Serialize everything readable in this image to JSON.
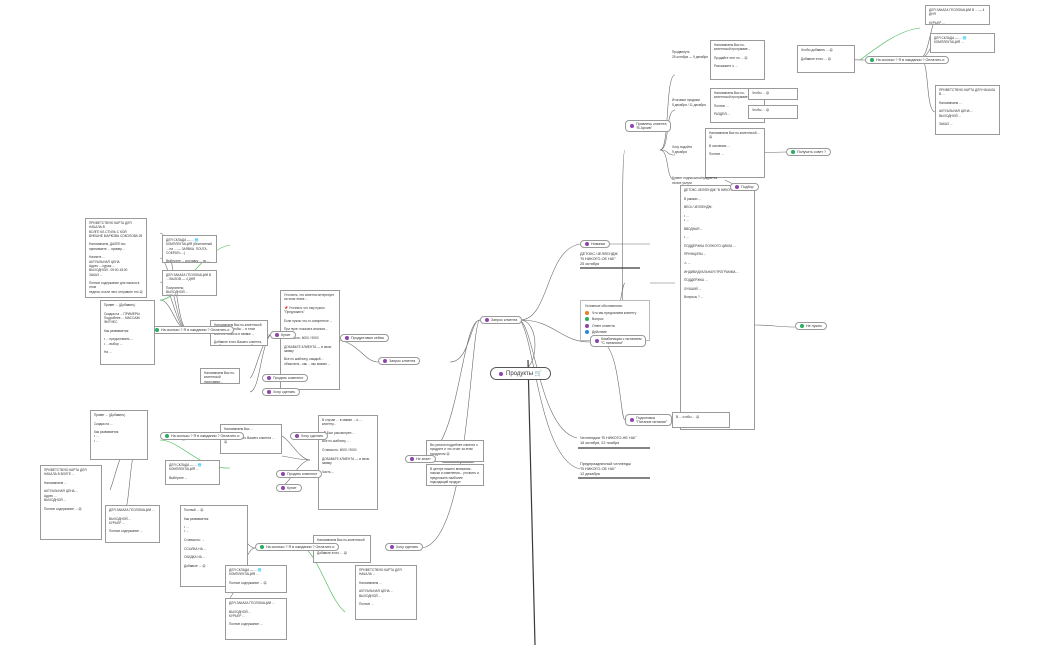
{
  "root": {
    "label": "Продукты  🛒",
    "dot": "#8e44ad"
  },
  "colors": {
    "purple": "#8e44ad",
    "green": "#27ae60",
    "blue": "#2e86de",
    "orange": "#e67e22",
    "link": "#6b6b6b",
    "greenLink": "#3bb54a"
  },
  "legend": {
    "title": "Условные обозначения:",
    "items": [
      {
        "label": "Что мы предлагаем клиенту",
        "color": "#e67e22"
      },
      {
        "label": "Вопрос",
        "color": "#27ae60"
      },
      {
        "label": "Ответ клиента",
        "color": "#8e44ad"
      },
      {
        "label": "Действие",
        "color": "#2e86de"
      }
    ]
  },
  "left": {
    "client_need": {
      "label": "Запрос клиента",
      "dot": "#8e44ad"
    },
    "want_buy": {
      "label": "Хочу купить",
      "dot": "#8e44ad"
    },
    "want_buy_texts": [
      "Вы узнали подробнее клиента о продукте и что стоит за этим продуктом 😊",
      "В центре нашего внимания - поиски и изменения... уточнить и предложить наиболее подходящий продукт"
    ],
    "kh_branch": {
      "label": "Продуктовые кейсы",
      "dot": "#8e44ad"
    },
    "kh_text": "Уточнить, что клиента интересует на этом этапе ...\n\n📌 Уточнить что ему нужно. \"Предложить\"\n\nЕсли нужно что-то конкретное ...\n\nПри нуле: показать аналоги...\n\nСтоимость: 6000 / 9000\n\nДОБАВЬТЕ КЛИЕНТА — в свою заявку\n\nВсе по шаблону, каждый ...\nобъяснить - как ... мы можем ...",
    "kh_buy": {
      "label": "Купит",
      "dot": "#8e44ad"
    },
    "kh_buy_sub": {
      "label": "Продать комплект",
      "dot": "#8e44ad"
    },
    "kh_buy_sub2": {
      "label": "Хочу сделать",
      "dot": "#8e44ad"
    },
    "kh_q": {
      "label": "На сколько ? Я в ожидании ? Оплатить и",
      "dot": "#27ae60"
    },
    "kh_q_text": "Напоминаем Вас по-клиентской программе, чтобы ... в этом клиенте помочь в заявке ...\n\nДобавьте этого Вашего клиента, чтобы это сделать подробнее бесплатно 😊",
    "top_card": "ПРИВЕТСТВУЮ КАРТА ДЛЯ НАЧАЛА В\nВОЛГЕ КЛ-СТИЛЬ С КОЙ\nВНЕШНЕ МАРКОВА СОКОЛОВА 28\n\nНапоминаем, ДАЛЕЕ вы принимаете ... пример...\n\nНачните ...\nАКТУАЛЬНАЯ ЦЕНА\nАдрес ... кураж ...\nВЫХОДНОЙ - 09:00-18:00\nЗАКАЗ ...\n\nПолное содержание для начала в этом\nнедели, после чего отправьте это 😊",
    "top_card2": "ДЛЯ СКЛАДА — ... 🌐\nКОМПЛЕКТАЦИЯ (бесплатный ... на ... — ЗАЯВКА. ПОЧТА. СОБРАТЬ ...)\n\nВыберите ... доставку ... по ...",
    "top_card3": "ДЛЯ ЗАКАЗА ГЕОЛОКАЦИИ В ... ВЫЗОВ — 4 ДНЯ\n\nПокупатель:\nВЫХОДНОЙ ...\nКУРЬЕР ...\nАДРЕС ДОСТАВКИ ...\n\nПолное содержание ... прислать в этом ...",
    "top_left_card": "Привет ... (Добавить)\n\nСкидка на ... ПРИМЕРЫ\nПодробнее ... МАССАЖ/ФИТНЕС\n\nКак развивается:\n\n• ... предоставить ...\n• ... выбор ...\n\nНа ... ",
    "top_q": {
      "label": "На сколько ? Я в ожидании ? Оплатить и",
      "dot": "#27ae60"
    },
    "top_q_text": "Напоминаем Вас по-клиентской программе...\n\nДобавьте этого ... 😊",
    "top_prod": {
      "label": "Купит",
      "dot": "#8e44ad"
    },
    "top_prod2": {
      "label": "Продать комплект",
      "dot": "#8e44ad"
    },
    "top_prod3": {
      "label": "Хочу сделать",
      "dot": "#8e44ad"
    },
    "mid_branch": {
      "label": "Не знает",
      "dot": "#8e44ad"
    },
    "mid_text": "В случае ... в заявке ... и ... клиенту...\n\n📌 Был рассмотрен ... \n\nВсе по шаблону ...\n\nСтоимость: 6000 / 9000\n\nДОБАВЬТЕ КЛИЕНТА — в свою заявку\n\nЧасть ... ",
    "mid_q": {
      "label": "На сколько ? Я в ожидании ? Оплатить и",
      "dot": "#27ae60"
    },
    "mid_q_text": "Напоминаем Вас ...\n\nДобавьте этого Вашего клиента ... 😊",
    "mid_left_card": "ПРИВЕТСТВУЮ КАРТА ДЛЯ НАЧАЛА В ВОЛГЕ ... \n\nНапоминаем ...\n\nАКТУАЛЬНАЯ ЦЕНА ...\nАдрес ...\nВЫХОДНОЙ ...\n\nПолное содержание ... 😊",
    "mid_card2": "ДЛЯ СКЛАДА — ... 🌐\nКОМПЛЕКТАЦИЯ ...\n\nВыберите ...",
    "mid_card3": "ДЛЯ ЗАКАЗА ГЕОЛОКАЦИИ ...\n\nВЫХОДНОЙ ...\nКУРЬЕР ...\n\nПолное содержание ...",
    "mid_top_left": "Привет ... (Добавить)\n\nСкидка на ...\n\nКак развивается:\n• ...\n• ...",
    "mid_prod": {
      "label": "Хочу сделать",
      "dot": "#8e44ad"
    },
    "mid_prod2": {
      "label": "Продать комплект",
      "dot": "#8e44ad"
    },
    "mid_prod3": {
      "label": "Купит",
      "dot": "#8e44ad"
    },
    "bot_branch": {
      "label": "Хочу сделать",
      "dot": "#8e44ad"
    },
    "bot_text": "Напоминаем Вас по-клиентской ... \n\nДобавьте этого ... 😊",
    "bot_q": {
      "label": "На сколько ? Я в ожидании ? Оплатить и",
      "dot": "#27ae60"
    },
    "bot_q_text": "Полный ... 😊\n\nКак развивается:\n\n• ...\n• ...\n\nСтоимость: ...\n\nССЫЛКА НА ...\n\nСКИДКА НА ...\n\nДобавьте ... 😊",
    "bot_card1": "ДЛЯ СКЛАДА — ... 🌐\nКОМПЛЕКТАЦИЯ ...\n\nПолное содержание ... 😊",
    "bot_card2": "ПРИВЕТСТВУЮ КАРТА ДЛЯ НАЧАЛА ...\n\nНапоминаем ...\n\nАКТУАЛЬНАЯ ЦЕНА ...\nВЫХОДНОЙ ...\n\nПолное ...",
    "bot_card3": "ДЛЯ ЗАКАЗА ГЕОЛОКАЦИИ ...\n\nВЫХОДНОЙ ...\nКУРЬЕР ...\n\nПолное содержание ..."
  },
  "right": {
    "novelties": {
      "label": "Новинки",
      "dot": "#8e44ad"
    },
    "novelties_label": "ДЕТОКС-ЧЕЛЛЕНДЖ\n\"В НИКОГО-ОЕ НА!\"\n25 октября",
    "client_need": {
      "label": "Запрос клиента",
      "dot": "#8e44ad"
    },
    "online": {
      "label": "Привлечь клиента\n\"В Архив\"",
      "dot": "#8e44ad"
    },
    "online_sub1": {
      "label": "Продвинуть\n25 октября — 9 декабря",
      "dot": "#8e44ad"
    },
    "online_sub1_text": "Напоминаем Вас по-клиентской программе ... \n\nПродайте этот по ... 😊\n\nРасскажите о ... ",
    "online_sub2": {
      "label": "Итоговые продажи\n5 декабря / 11 декабря",
      "dot": "#8e44ad"
    },
    "online_sub2_text": "Напоминаем Вас по-клиентской программе ...\n\nПолное ...\n\nРАЗДЕЛ/...",
    "online_sub3": {
      "label": "Хочу подойти\n9 декабря",
      "dot": "#8e44ad"
    },
    "online_sub3_text": "Напоминаем Вас по-клиентской ... 😊\n\nВ основном ...\n\nПолное ... ",
    "online_sub4": {
      "label": "Клиент подписался/нуждается\nна все услуги",
      "dot": "#8e44ad"
    },
    "far_q1": {
      "label": "На сколько ? Я в ожидании ? Оплатить и",
      "dot": "#27ae60"
    },
    "far_q1_text": "Чтобы добавить ... 😊\n\nДобавьте этого ... 😊",
    "far_card1": "ДЛЯ ЗАКАЗА ГЕОЛОКАЦИИ В ... — 4 ДНЯ\n\nКУРЬЕР ...\nАДРЕС ДОСТАВКИ ...",
    "far_card2": "ДЛЯ СКЛАДА — ... 🌐\nКОМПЛЕКТАЦИЯ ...",
    "far_card3": "ПРИВЕТСТВУЮ КАРТА ДЛЯ НАЧАЛА В ... \n\nНапоминаем ...\n\nАКТУАЛЬНАЯ ЦЕНА ...\nВЫХОДНОЙ ...\n\nЗАКАЗ ...",
    "right_mini1": "Чтобы ... 😊",
    "right_mini2": "Чтобы ... 😊",
    "right_mini3": "Чтобы ... 😊",
    "question_tag": {
      "label": "Получить совет ?",
      "dot": "#27ae60"
    },
    "finish_tag": {
      "label": "Подбор",
      "dot": "#8e44ad"
    },
    "comb": {
      "label": "Комбинации с питанием\n\"С питанием\"",
      "dot": "#8e44ad"
    },
    "comb_text": "ДЕТОКС-ЧЕЛЛЕНДЖ \"В НИКОГО-ОЕ НА!\"\n\nВ рамках ... \n\nВЕСЬ ЧЕЛЛЕНДЖ:\n\n• ...\n• ...\n\nВВОДНАЯ ...\n\n• ...\n\nПОДДЕРЖКА ПОЛНОГО ЦИКЛА ...\n\nПРИНЦИПЫ ...\n\n⚠ ...\n\nИНДИВИДУАЛЬНАЯ ПРОГРАММА ...\n\nПОДДЕРЖКА ...\n\nЛУЧШИЙ ... \n\nВопросы ? ...",
    "comb_q": {
      "label": "Не нужно",
      "dot": "#27ae60"
    },
    "podgot": {
      "label": "Подготовка\n\"Питание питание\"",
      "dot": "#8e44ad"
    },
    "podgot_text": "В ... чтобы ... 😊",
    "line1": "Челленджи \"В НИКОГО-НЕ НА!\"\n16 октября, 22 ноября",
    "line2": "Предпраздничный челлендж\n\"В НИКОГО-ОЕ НА!\"\n12 декабря"
  }
}
